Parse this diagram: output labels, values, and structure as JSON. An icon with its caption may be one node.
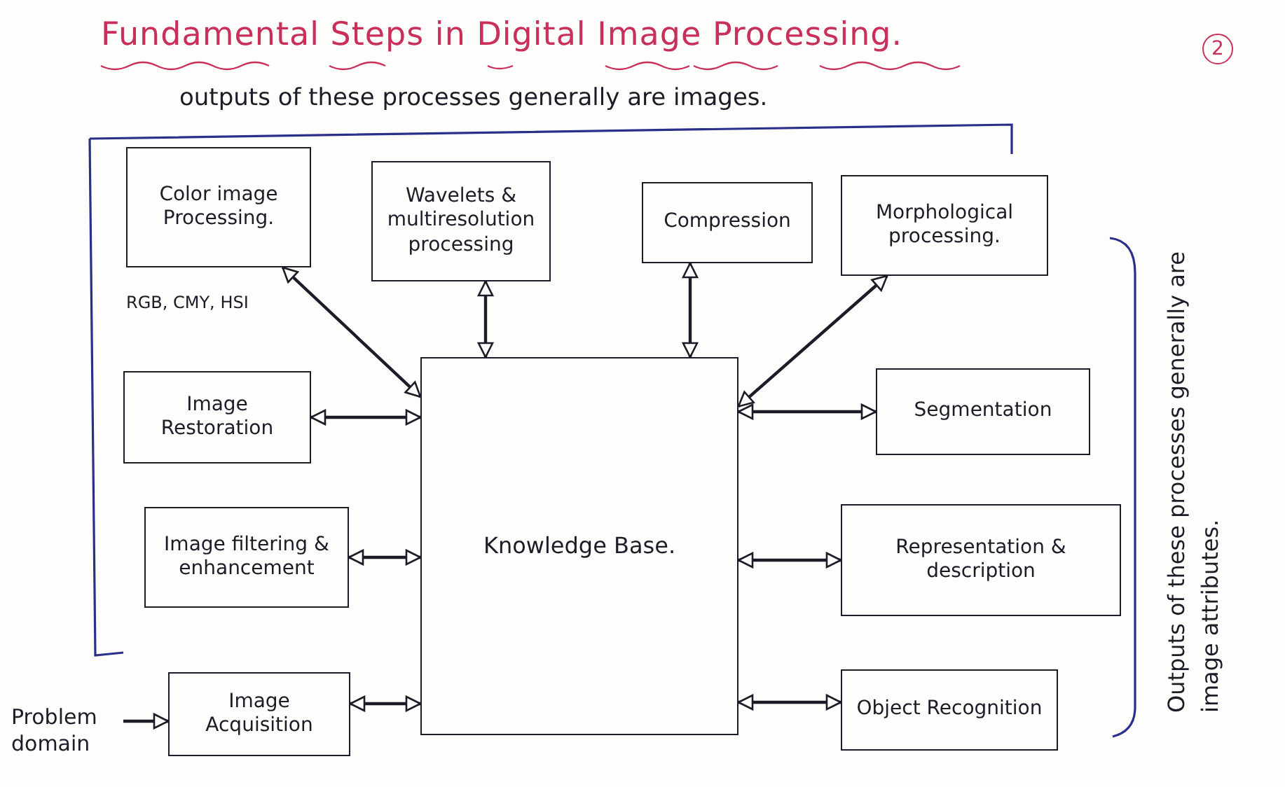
{
  "diagram": {
    "title": "Fundamental Steps in Digital Image Processing.",
    "nodes": [
      {
        "text": [
          "Color image Processing."
        ],
        "beside": [
          "RGB, CMY, HSI"
        ]
      },
      {
        "text": [
          "Wavelets & multiresolution processing"
        ]
      },
      {
        "text": [
          "Compression"
        ]
      },
      {
        "text": [
          "Morphological processing."
        ]
      },
      {
        "text": [
          "Image Restoration"
        ]
      },
      {
        "text": [
          "Segmentation"
        ]
      },
      {
        "text": [
          "Image filtering & enhancement"
        ]
      },
      {
        "text": [
          "Knowledge Base."
        ]
      },
      {
        "text": [
          "Representation & description"
        ]
      },
      {
        "text": [
          "Problem domain"
        ]
      },
      {
        "text": [
          "Image Acquisition"
        ]
      },
      {
        "text": [
          "Object Recognition"
        ]
      }
    ],
    "edges": [
      {
        "from": 0,
        "to": 7,
        "arrow": "both"
      },
      {
        "from": 1,
        "to": 7,
        "arrow": "both"
      },
      {
        "from": 2,
        "to": 7,
        "arrow": "both"
      },
      {
        "from": 3,
        "to": 7,
        "arrow": "both"
      },
      {
        "from": 4,
        "to": 7,
        "arrow": "both"
      },
      {
        "from": 5,
        "to": 7,
        "arrow": "both"
      },
      {
        "from": 6,
        "to": 7,
        "arrow": "both"
      },
      {
        "from": 8,
        "to": 7,
        "arrow": "both"
      },
      {
        "from": 9,
        "to": 10,
        "arrow": "to"
      },
      {
        "from": 10,
        "to": 7,
        "arrow": "both"
      },
      {
        "from": 11,
        "to": 7,
        "arrow": "both"
      }
    ],
    "labels": [
      "2",
      "outputs of these processes generally are images.",
      "Outputs of these processes generally are image attributes."
    ]
  }
}
